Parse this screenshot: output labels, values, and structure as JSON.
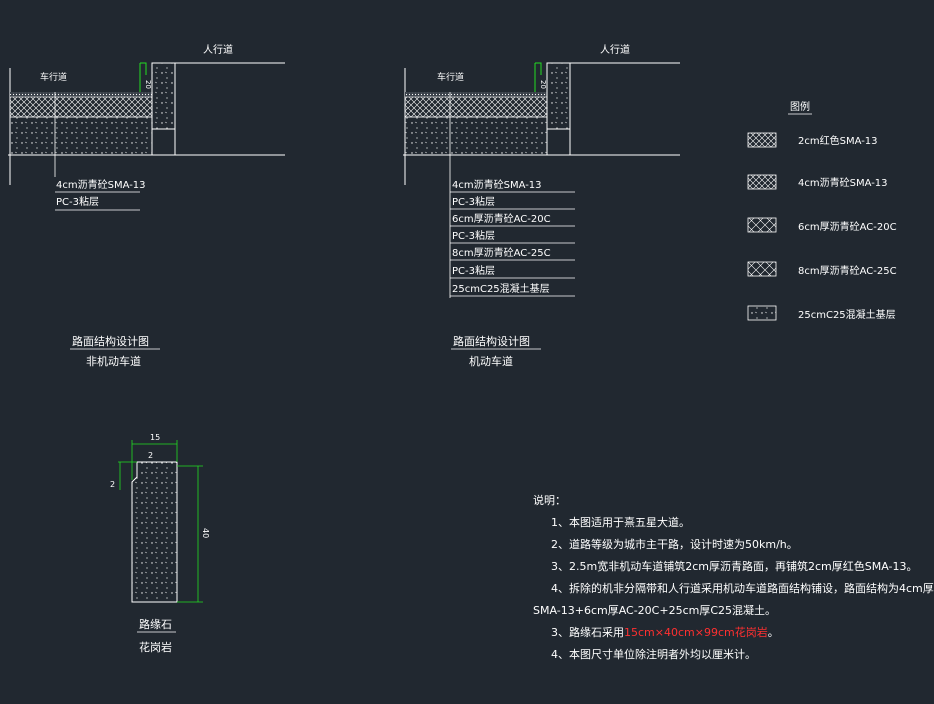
{
  "drawing_left": {
    "sidewalk_label": "人行道",
    "carriageway_label": "车行道",
    "layers": [
      "4cm沥青砼SMA-13",
      "PC-3粘层"
    ],
    "title": "路面结构设计图",
    "subtitle": "非机动车道"
  },
  "drawing_mid": {
    "sidewalk_label": "人行道",
    "carriageway_label": "车行道",
    "layers": [
      "4cm沥青砼SMA-13",
      "PC-3粘层",
      "6cm厚沥青砼AC-20C",
      "PC-3粘层",
      "8cm厚沥青砼AC-25C",
      "PC-3粘层",
      "25cmC25混凝土基层"
    ],
    "title": "路面结构设计图",
    "subtitle": "机动车道"
  },
  "legend": {
    "title": "图例",
    "items": [
      "2cm红色SMA-13",
      "4cm沥青砼SMA-13",
      "6cm厚沥青砼AC-20C",
      "8cm厚沥青砼AC-25C",
      "25cmC25混凝土基层"
    ]
  },
  "curb": {
    "dim_width": "15",
    "dim_inner": "2",
    "dim_small": "2",
    "dim_height": "40",
    "title": "路缘石",
    "subtitle": "花岗岩"
  },
  "notes": {
    "heading": "说明：",
    "line1": "1、本图适用于熹五星大道。",
    "line2": "2、道路等级为城市主干路，设计时速为50km/h。",
    "line3": "3、2.5m宽非机动车道铺筑2cm厚沥青路面，再铺筑2cm厚红色SMA-13。",
    "line4": "4、拆除的机非分隔带和人行道采用机动车道路面结构铺设，路面结构为4cm厚",
    "line4b": "SMA-13+6cm厚AC-20C+25cm厚C25混凝土。",
    "line5_pre": "3、路缘石采用",
    "line5_red": "15cm×40cm×99cm花岗岩",
    "line5_post": "。",
    "line6": "4、本图尺寸单位除注明者外均以厘米计。"
  }
}
